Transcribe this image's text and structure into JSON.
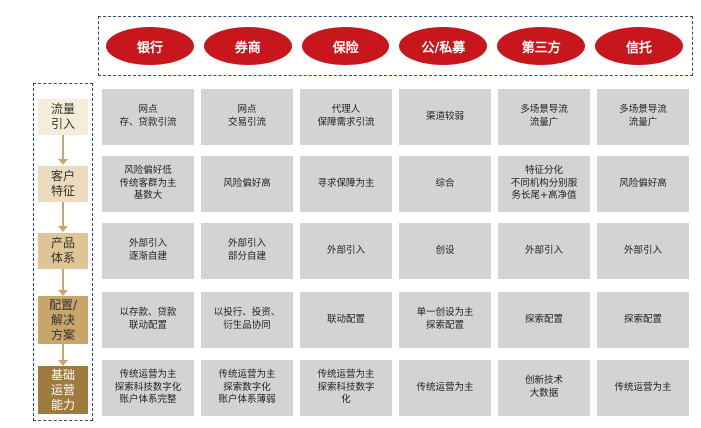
{
  "header": {
    "institutions": [
      "银行",
      "券商",
      "保险",
      "公/私募",
      "第三方",
      "信托"
    ]
  },
  "rows": [
    {
      "label": "流量\n引入",
      "cells": [
        "网点\n存、贷款引流",
        "网点\n交易引流",
        "代理人\n保障需求引流",
        "渠道较弱",
        "多场景导流\n流量广",
        "多场景导流\n流量广"
      ]
    },
    {
      "label": "客户\n特征",
      "cells": [
        "风险偏好低\n传统客群为主\n基数大",
        "风险偏好高",
        "寻求保障为主",
        "综合",
        "特征分化\n不同机构分别服\n务长尾+高净值",
        "风险偏好高"
      ]
    },
    {
      "label": "产品\n体系",
      "cells": [
        "外部引入\n逐渐自建",
        "外部引入\n部分自建",
        "外部引入",
        "创设",
        "外部引入",
        "外部引入"
      ]
    },
    {
      "label": "配置/\n解决\n方案",
      "cells": [
        "以存款、贷款\n联动配置",
        "以投行、投资、\n衍生品协同",
        "联动配置",
        "单一创设为主\n探索配置",
        "探索配置",
        "探索配置"
      ]
    },
    {
      "label": "基础\n运营\n能力",
      "cells": [
        "传统运营为主\n探索科技数字化\n账户体系完整",
        "传统运营为主\n探索数字化\n账户体系薄弱",
        "传统运营为主\n探索科技数字\n化",
        "传统运营为主",
        "创新技术\n大数据",
        "传统运营为主"
      ]
    }
  ],
  "colors": {
    "oval_red": "#c8161d",
    "cell_gray": "#d3d3d3",
    "dashed_border": "#2f4a78",
    "arrow": "#c9a66b",
    "row_label_fills": [
      "#f5ecd9",
      "#ecdcbd",
      "#dfc595",
      "#c8a56a",
      "#9f7a3e"
    ]
  }
}
